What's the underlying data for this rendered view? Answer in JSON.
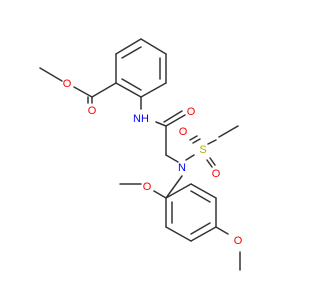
{
  "colors": {
    "bond": "#333333",
    "oxygen": "#ff0000",
    "nitrogen": "#0000ff",
    "sulfur": "#b2b200",
    "background": "#ffffff"
  },
  "atoms": {
    "o_ester_single": "O",
    "o_ester_double": "O",
    "nh": "NH",
    "o_amide": "O",
    "n_sulfonamide": "N",
    "sulfur": "S",
    "o_sulfonyl_upper": "O",
    "o_sulfonyl_lower": "O",
    "o_methoxy_ortho": "O",
    "o_methoxy_meta": "O"
  }
}
